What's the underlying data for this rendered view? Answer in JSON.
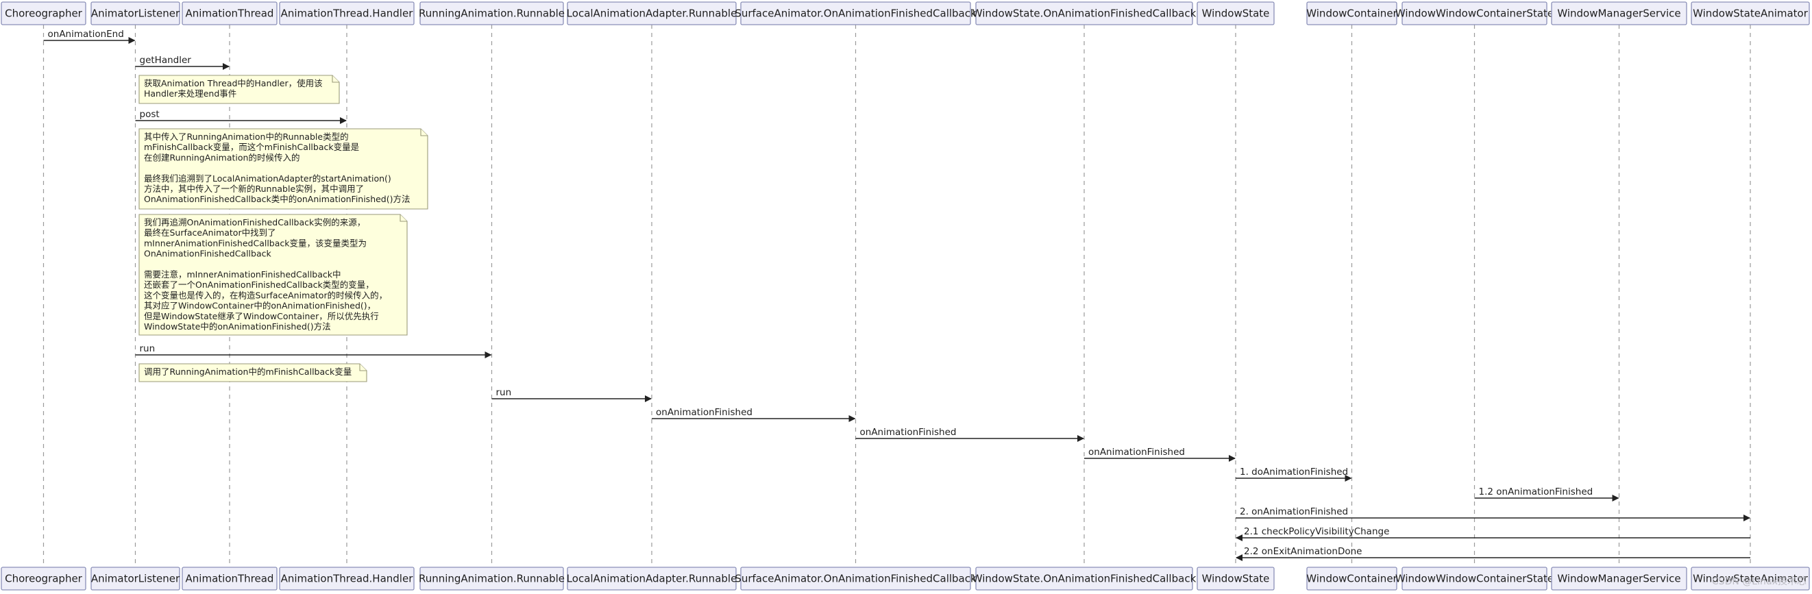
{
  "participants": [
    "Choreographer",
    "AnimatorListener",
    "AnimationThread",
    "AnimationThread.Handler",
    "RunningAnimation.Runnable",
    "LocalAnimationAdapter.Runnable",
    "SurfaceAnimator.OnAnimationFinishedCallback",
    "WindowState.OnAnimationFinishedCallback",
    "WindowState",
    "WindowContainer",
    "WindowWindowContainerState",
    "WindowManagerService",
    "WindowStateAnimator"
  ],
  "messages": [
    {
      "from": 0,
      "to": 1,
      "label": "onAnimationEnd"
    },
    {
      "from": 1,
      "to": 2,
      "label": "getHandler"
    },
    {
      "from": 1,
      "to": 3,
      "label": "post"
    },
    {
      "from": 1,
      "to": 4,
      "label": "run"
    },
    {
      "from": 4,
      "to": 5,
      "label": "run"
    },
    {
      "from": 5,
      "to": 6,
      "label": "onAnimationFinished"
    },
    {
      "from": 6,
      "to": 7,
      "label": "onAnimationFinished"
    },
    {
      "from": 7,
      "to": 8,
      "label": "onAnimationFinished"
    },
    {
      "from": 8,
      "to": 9,
      "label": "1. doAnimationFinished"
    },
    {
      "from": 10,
      "to": 11,
      "label": "1.2 onAnimationFinished"
    },
    {
      "from": 8,
      "to": 12,
      "label": "2. onAnimationFinished"
    },
    {
      "from": 12,
      "to": 8,
      "label": "2.1 checkPolicyVisibilityChange"
    },
    {
      "from": 12,
      "to": 8,
      "label": "2.2 onExitAnimationDone"
    }
  ],
  "notes": [
    {
      "lines": [
        "获取Animation Thread中的Handler，使用该",
        "Handler来处理end事件"
      ]
    },
    {
      "lines": [
        "其中传入了RunningAnimation中的Runnable类型的",
        "mFinishCallback变量，而这个mFinishCallback变量是",
        "在创建RunningAnimation的时候传入的",
        "",
        "最终我们追溯到了LocalAnimationAdapter的startAnimation()",
        "方法中，其中传入了一个新的Runnable实例，其中调用了",
        "OnAnimationFinishedCallback类中的onAnimationFinished()方法"
      ]
    },
    {
      "lines": [
        "我们再追溯OnAnimationFinishedCallback实例的来源，",
        "最终在SurfaceAnimator中找到了",
        "mInnerAnimationFinishedCallback变量，该变量类型为",
        "OnAnimationFinishedCallback",
        "",
        "需要注意，mInnerAnimationFinishedCallback中",
        "还嵌套了一个OnAnimationFinishedCallback类型的变量，",
        "这个变量也是传入的，在构造SurfaceAnimator的时候传入的，",
        "其对应了WindowContainer中的onAnimationFinished()，",
        "但是WindowState继承了WindowContainer，所以优先执行",
        "WindowState中的onAnimationFinished()方法"
      ]
    },
    {
      "lines": [
        "调用了RunningAnimation中的mFinishCallback变量"
      ]
    }
  ],
  "watermark": "CSDN @Linux技术芯"
}
